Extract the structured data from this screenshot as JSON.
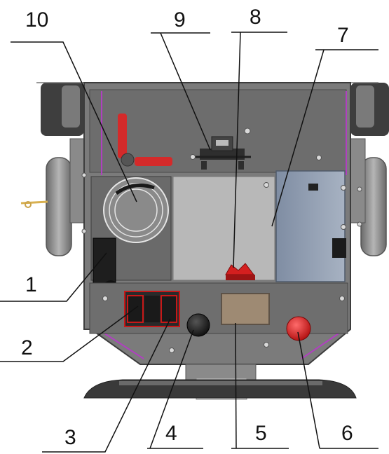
{
  "callouts": [
    {
      "id": "c1",
      "label": "1"
    },
    {
      "id": "c2",
      "label": "2"
    },
    {
      "id": "c3",
      "label": "3"
    },
    {
      "id": "c4",
      "label": "4"
    },
    {
      "id": "c5",
      "label": "5"
    },
    {
      "id": "c6",
      "label": "6"
    },
    {
      "id": "c7",
      "label": "7"
    },
    {
      "id": "c8",
      "label": "8"
    },
    {
      "id": "c9",
      "label": "9"
    },
    {
      "id": "c10",
      "label": "10"
    }
  ],
  "colors": {
    "frame": "#6e6e6e",
    "frame_dark": "#4a4a4a",
    "panel": "#9a9a9a",
    "inner": "#b9b9b9",
    "handle_red": "#d42a2a",
    "estop_red": "#e01b1b",
    "socket_red": "#c81818",
    "tank_blue": "#8f9cb0",
    "accent_purple": "#b040c0"
  }
}
